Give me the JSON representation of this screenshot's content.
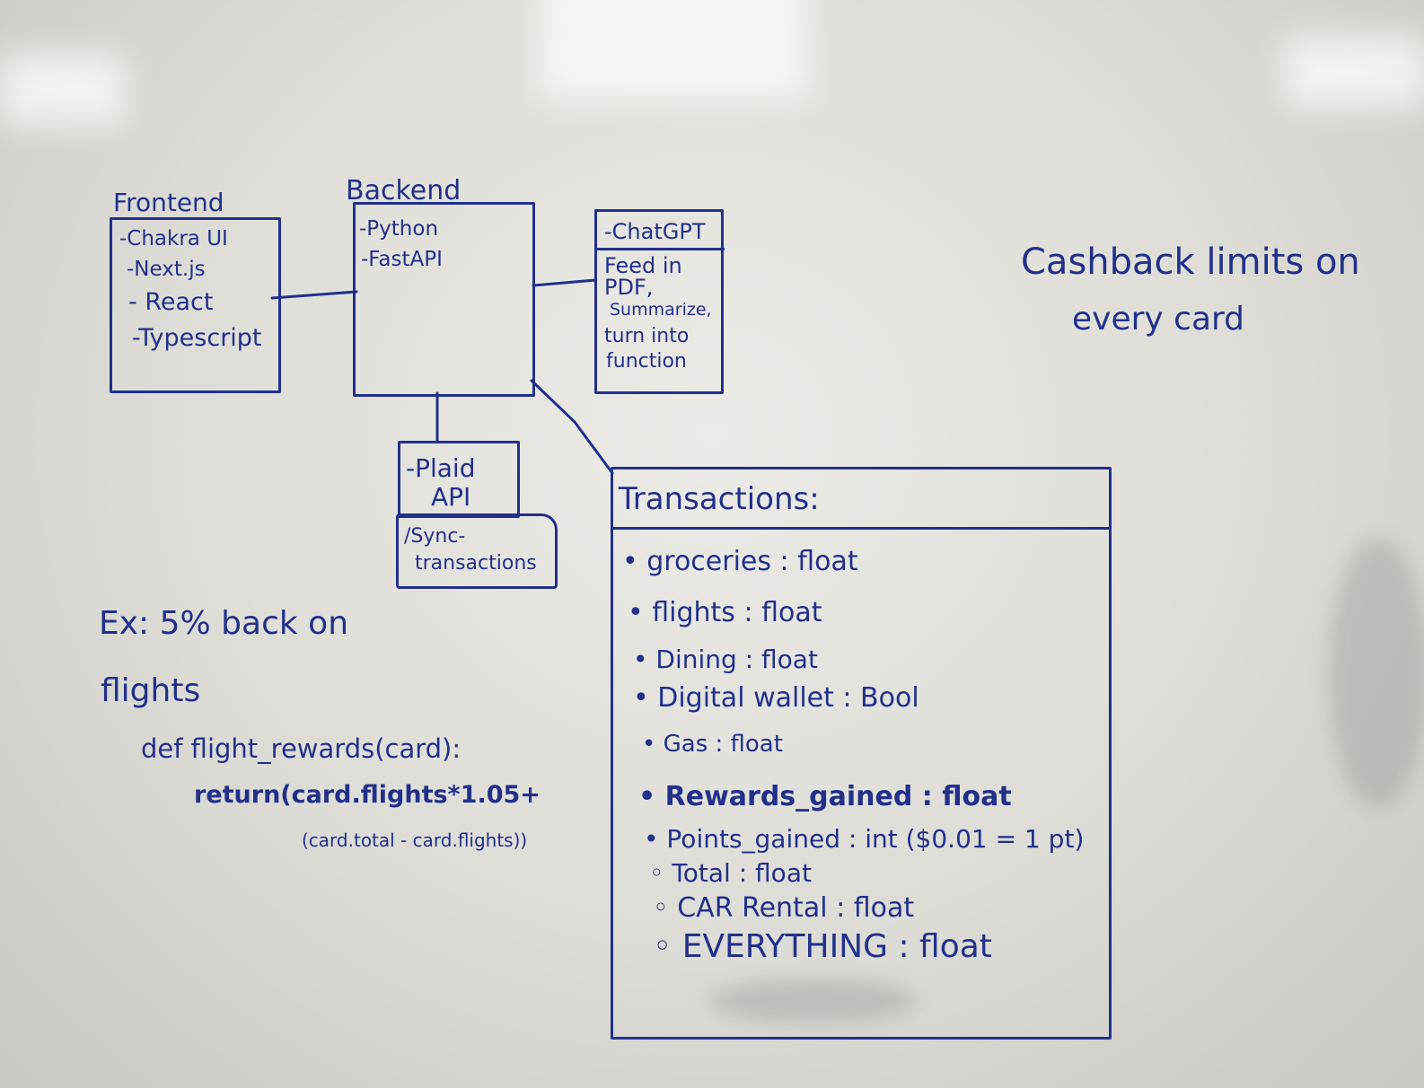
{
  "frontend": {
    "title": "Frontend",
    "items": [
      "-Chakra UI",
      "-Next.js",
      "- React",
      "-Typescript"
    ]
  },
  "backend": {
    "title": "Backend",
    "items": [
      "-Python",
      "-FastAPI"
    ]
  },
  "chatgpt": {
    "title": "-ChatGPT",
    "lines": [
      "Feed in",
      "PDF,",
      "Summarize,",
      "turn into",
      "function"
    ]
  },
  "plaid": {
    "title_lines": [
      "-Plaid",
      "API"
    ],
    "endpoint_lines": [
      "/Sync-",
      "transactions"
    ]
  },
  "cashback_note": {
    "lines": [
      "Cashback limits on",
      "every card"
    ]
  },
  "example": {
    "lines": [
      "Ex: 5% back on",
      "flights"
    ],
    "code": [
      "def flight_rewards(card):",
      "return(card.flights*1.05+",
      "(card.total - card.flights))"
    ]
  },
  "transactions": {
    "title": "Transactions:",
    "fields": [
      "groceries : float",
      "flights : float",
      "Dining : float",
      "Digital wallet : Bool",
      "Gas : float",
      "Rewards_gained : float",
      "Points_gained : int ($0.01 = 1 pt)",
      "Total : float",
      "CAR Rental : float",
      "EVERYTHING : float"
    ]
  },
  "colors": {
    "ink": "#23308a",
    "board": "#e6e5e0"
  }
}
